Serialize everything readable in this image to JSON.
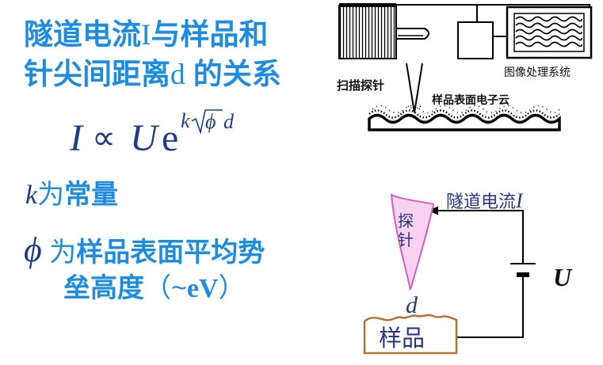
{
  "slide": {
    "title": {
      "line1": {
        "pre": "隧道电流",
        "var": "I",
        "post": "与样品和"
      },
      "line2": {
        "pre": "针尖间距离",
        "var": "d",
        "post": " 的关系"
      }
    },
    "equation": {
      "lhs": "I",
      "relation": "∝",
      "base": "U",
      "exp_base": "e",
      "exp_k": "k",
      "exp_phi": "ϕ",
      "exp_d": "d"
    },
    "k_note": {
      "symbol": "k",
      "wei": "为",
      "text": "常量"
    },
    "phi_note": {
      "symbol": "ϕ",
      "wei": " 为",
      "line1": "样品表面平均势",
      "line2": "垒高度",
      "paren_open": "（~",
      "unit": "eV",
      "paren_close": "）"
    }
  },
  "stm_schematic": {
    "image_system_label": "图像处理系统",
    "probe_label": "扫描探针",
    "surface_label": "样品表面电子云"
  },
  "circuit": {
    "current_label": "隧道电流",
    "current_symbol": "I",
    "probe_chars": [
      "探",
      "针"
    ],
    "voltage_symbol": "U",
    "gap_symbol": "d",
    "sample_label": "样品"
  },
  "colors": {
    "title_blue": "#1e8ce0",
    "formula_navy": "#1f3c88",
    "probe_fill": "#f9d2f2",
    "probe_stroke": "#d35fc4",
    "sample_stroke": "#b5722e"
  }
}
